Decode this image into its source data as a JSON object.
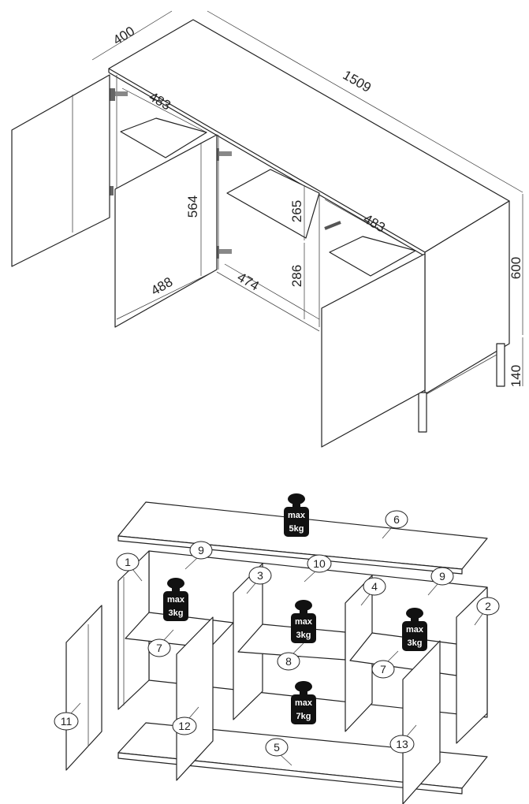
{
  "dimensions": {
    "depth": "400",
    "width": "1509",
    "shelf_depth_left": "483",
    "shelf_depth_right": "483",
    "door_height": "564",
    "upper_compartment": "265",
    "lower_compartment": "286",
    "door_width": "488",
    "inner_width": "474",
    "body_height": "600",
    "leg_height": "140"
  },
  "parts": {
    "p1": "1",
    "p2": "2",
    "p3": "3",
    "p4": "4",
    "p5": "5",
    "p6": "6",
    "p7a": "7",
    "p7b": "7",
    "p8": "8",
    "p9a": "9",
    "p9b": "9",
    "p10": "10",
    "p11": "11",
    "p12": "12",
    "p13": "13"
  },
  "load_limits": {
    "top": {
      "line1": "max",
      "line2": "5kg"
    },
    "shelf_left": {
      "line1": "max",
      "line2": "3kg"
    },
    "shelf_middle": {
      "line1": "max",
      "line2": "3kg"
    },
    "shelf_right": {
      "line1": "max",
      "line2": "3kg"
    },
    "bottom": {
      "line1": "max",
      "line2": "7kg"
    }
  }
}
